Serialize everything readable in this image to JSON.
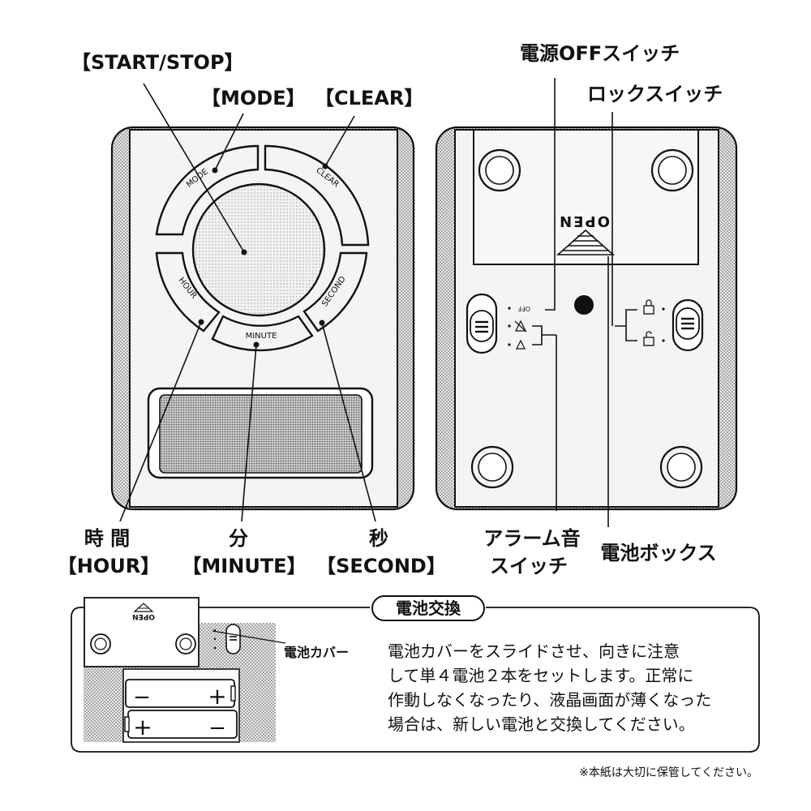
{
  "labels": {
    "start_stop": "【START/STOP】",
    "mode": "【MODE】",
    "clear": "【CLEAR】",
    "power_off_switch": "電源OFFスイッチ",
    "lock_switch": "ロックスイッチ",
    "hour_jp": "時 間",
    "hour_en": "【HOUR】",
    "minute_jp": "分",
    "minute_en": "【MINUTE】",
    "second_jp": "秒",
    "second_en": "【SECOND】",
    "alarm_switch_1": "アラーム音",
    "alarm_switch_2": "スイッチ",
    "battery_box": "電池ボックス"
  },
  "buttons": {
    "mode": "MODE",
    "clear": "CLEAR",
    "hour": "HOUR",
    "second": "SECOND",
    "minute": "MINUTE"
  },
  "back": {
    "open": "OPEN",
    "off": "OFF"
  },
  "battery_section": {
    "title": "電池交換",
    "cover_label": "電池カバー",
    "open": "OPEN",
    "plus": "+",
    "minus": "−",
    "text_lines": [
      "電池カバーをスライドさせ、向きに注意",
      "して単４電池２本をセットします。正常に",
      "作動しなくなったり、液晶画面が薄くなった",
      "場合は、新しい電池と交換してください。"
    ]
  },
  "footer_note": "※本紙は大切に保管してください。"
}
